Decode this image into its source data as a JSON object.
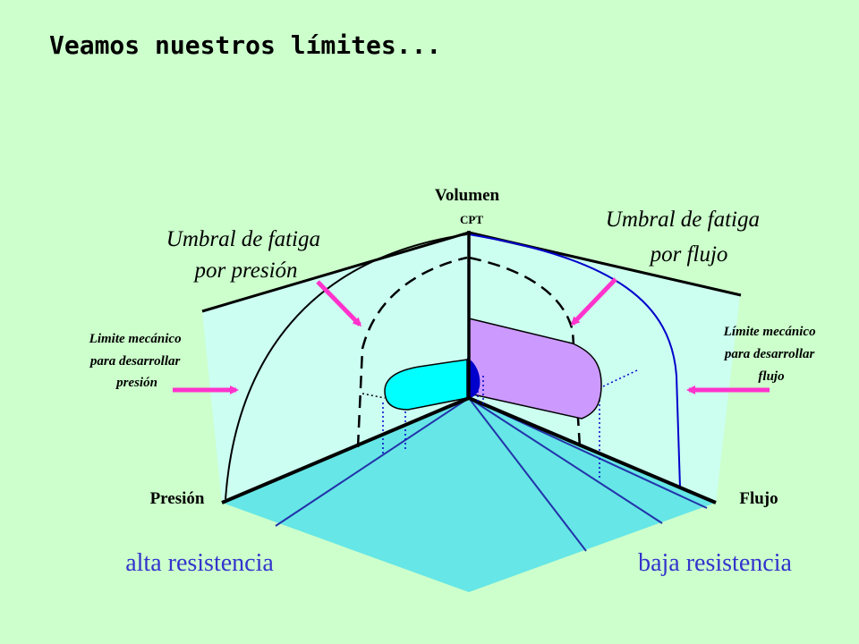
{
  "title": "Veamos nuestros límites...",
  "axes": {
    "vertical_label": "Volumen",
    "vertical_sublabel": "CPT",
    "left_label": "Presión",
    "right_label": "Flujo"
  },
  "annotations": {
    "pressure_threshold_line1": "Umbral de fatiga",
    "pressure_threshold_line2": "por presión",
    "flow_threshold_line1": "Umbral de fatiga",
    "flow_threshold_line2": "por flujo",
    "pressure_limit_line1": "Limite mecánico",
    "pressure_limit_line2": "para desarrollar",
    "pressure_limit_line3": "presión",
    "flow_limit_line1": "Límite mecánico",
    "flow_limit_line2": "para desarrollar",
    "flow_limit_line3": "flujo"
  },
  "floor_labels": {
    "left": "alta resistencia",
    "right": "baja resistencia"
  },
  "colors": {
    "background": "#ccffcc",
    "left_wall": "#ccfff2",
    "right_wall": "#ccfff0",
    "floor": "#66e6e6",
    "pressure_loop": "#00ffff",
    "flow_loop": "#cc99ff",
    "arrow": "#ff33cc",
    "blue_line": "#0000cc",
    "floor_label": "#3333cc"
  }
}
